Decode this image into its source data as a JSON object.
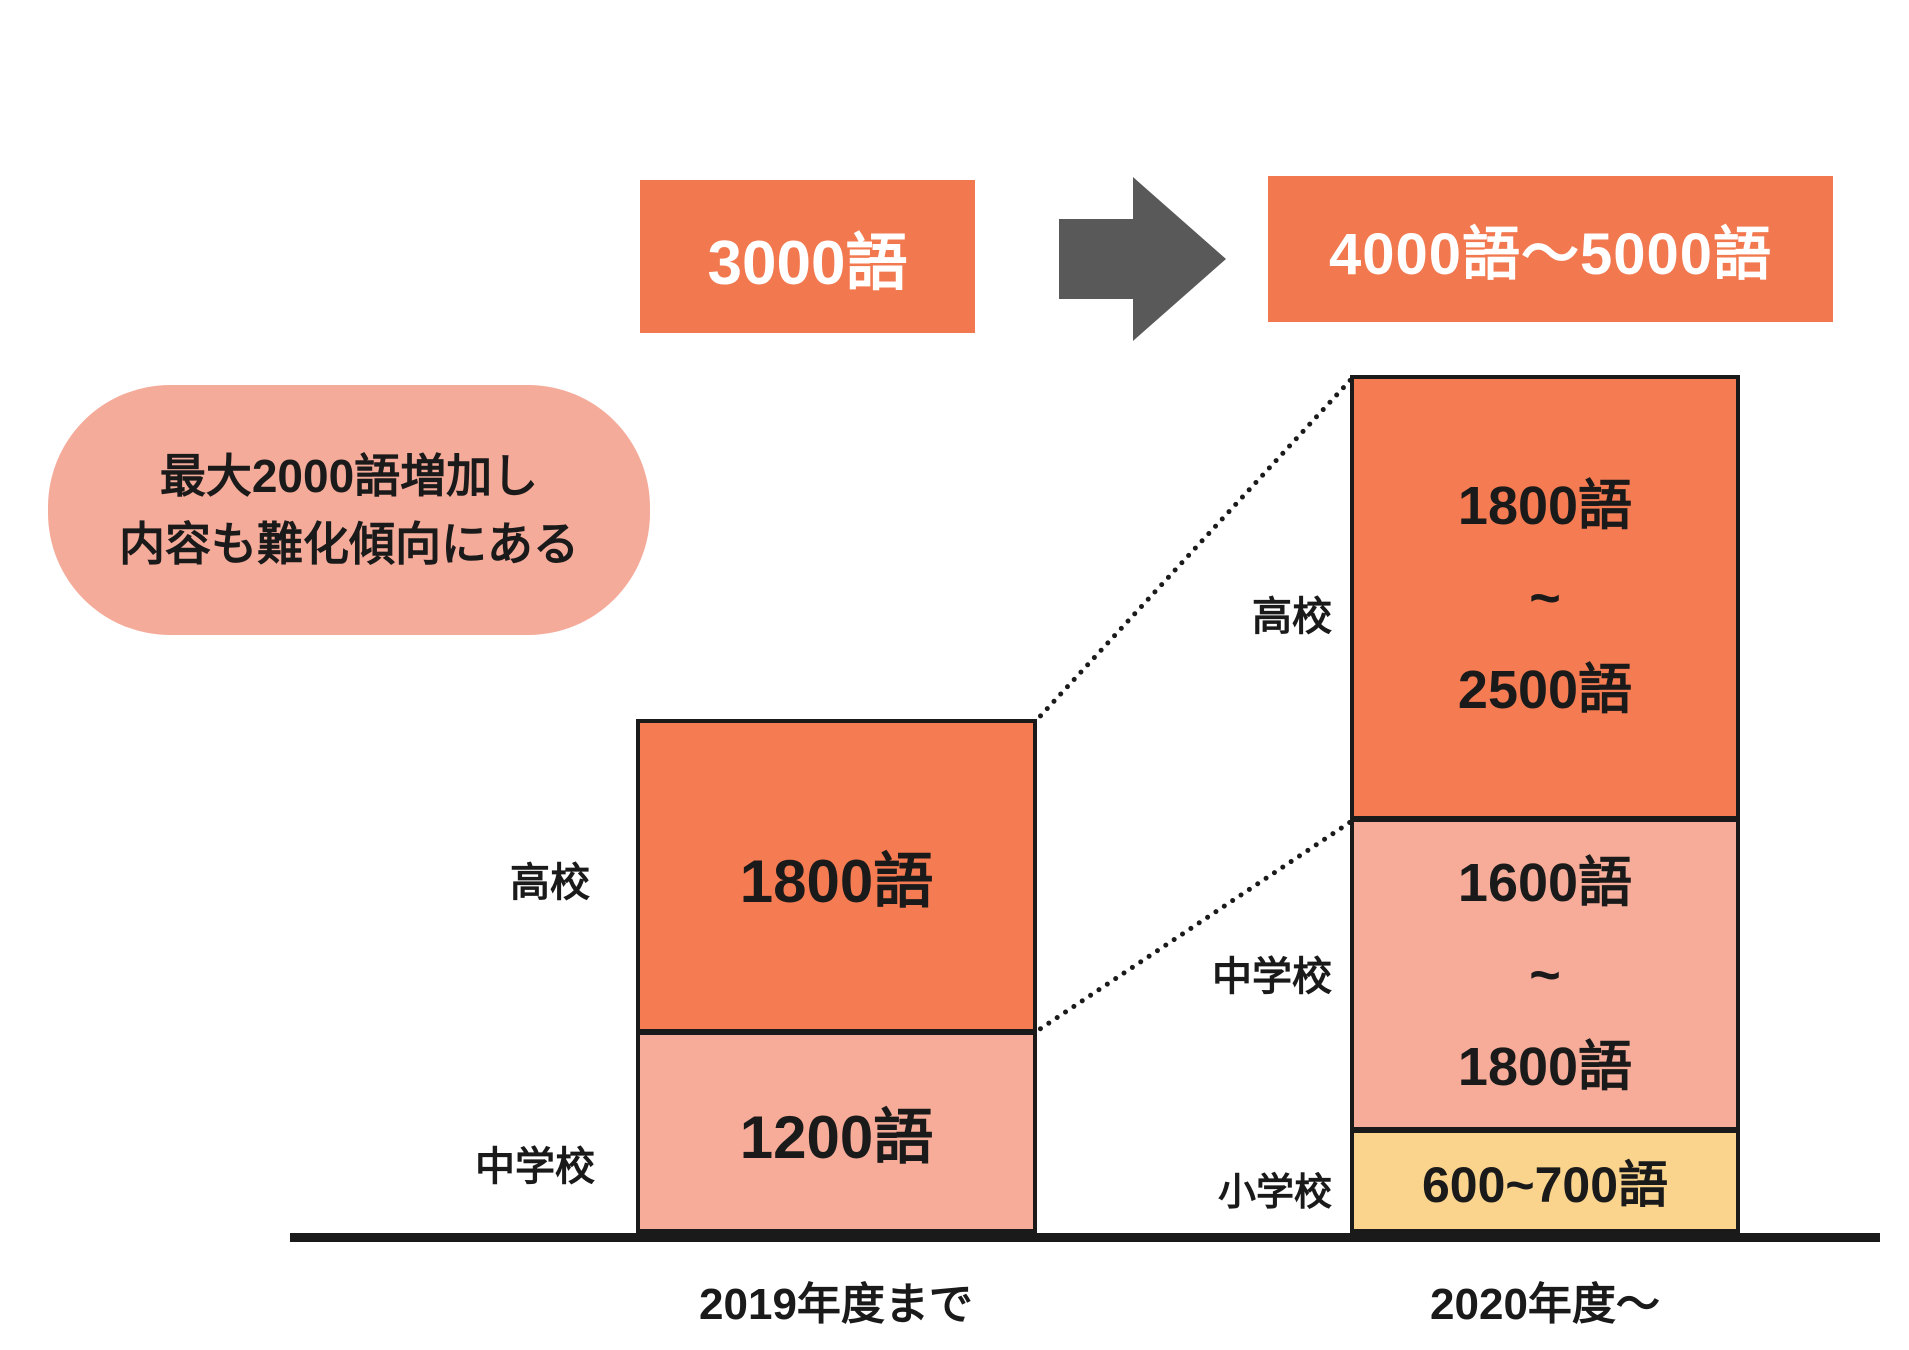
{
  "colors": {
    "accent_orange": "#F2784F",
    "bar_orange": "#F47B52",
    "light_pink": "#F6AC98",
    "bubble_pink": "#F5AB9A",
    "yellow": "#FAD48D",
    "arrow_gray": "#595959",
    "line_black": "#1A1A1A"
  },
  "flow": {
    "before_label": "3000語",
    "after_label": "4000語〜5000語"
  },
  "callout": {
    "line1": "最大2000語増加し",
    "line2": "内容も難化傾向にある"
  },
  "bars": {
    "before": {
      "axis_label": "2019年度まで",
      "segments": [
        {
          "school": "高校",
          "value": "1800語"
        },
        {
          "school": "中学校",
          "value": "1200語"
        }
      ]
    },
    "after": {
      "axis_label": "2020年度〜",
      "segments": [
        {
          "school": "高校",
          "value_lines": [
            "1800語",
            "~",
            "2500語"
          ]
        },
        {
          "school": "中学校",
          "value_lines": [
            "1600語",
            "~",
            "1800語"
          ]
        },
        {
          "school": "小学校",
          "value": "600~700語"
        }
      ]
    }
  },
  "chart_data": {
    "type": "bar",
    "stacked": true,
    "grid": false,
    "legend_position": "none",
    "categories": [
      "2019年度まで",
      "2020年度〜"
    ],
    "series": [
      {
        "name": "小学校",
        "values": [
          0,
          700
        ],
        "labels": [
          "",
          "600~700語"
        ],
        "range_after": [
          600,
          700
        ]
      },
      {
        "name": "中学校",
        "values": [
          1200,
          1800
        ],
        "labels": [
          "1200語",
          "1600語~1800語"
        ],
        "range_after": [
          1600,
          1800
        ]
      },
      {
        "name": "高校",
        "values": [
          1800,
          2500
        ],
        "labels": [
          "1800語",
          "1800語~2500語"
        ],
        "range_after": [
          1800,
          2500
        ]
      }
    ],
    "totals": {
      "2019年度まで": "3000語",
      "2020年度〜": "4000語〜5000語"
    },
    "annotation": "最大2000語増加し 内容も難化傾向にある"
  }
}
